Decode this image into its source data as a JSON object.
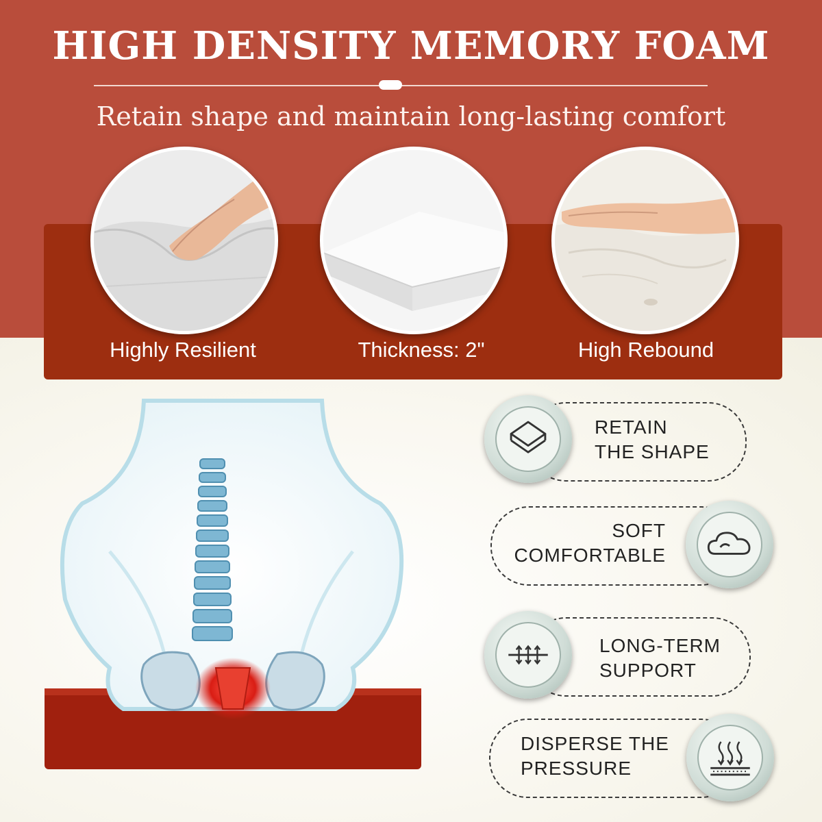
{
  "header": {
    "title": "HIGH DENSITY MEMORY FOAM",
    "subtitle": "Retain shape and maintain long-lasting comfort"
  },
  "features": [
    {
      "label": "Highly Resilient",
      "icon": "hand-pressing-foam-icon"
    },
    {
      "label": "Thickness: 2\"",
      "icon": "foam-slab-icon"
    },
    {
      "label": "High Rebound",
      "icon": "hand-imprint-foam-icon"
    }
  ],
  "badges": [
    {
      "line1": "RETAIN",
      "line2": "THE SHAPE",
      "icon": "layers-icon"
    },
    {
      "line1": "SOFT",
      "line2": "COMFORTABLE",
      "icon": "cloud-icon"
    },
    {
      "line1": "LONG-TERM",
      "line2": "SUPPORT",
      "icon": "support-arrows-icon"
    },
    {
      "line1": "DISPERSE THE",
      "line2": "PRESSURE",
      "icon": "heat-waves-icon"
    }
  ],
  "colors": {
    "brand_red": "#b94d3b",
    "panel_red": "#9d2e10",
    "cushion_red": "#a0200e",
    "pain_highlight": "#e2231a",
    "background_cream": "#f8f6ee"
  }
}
